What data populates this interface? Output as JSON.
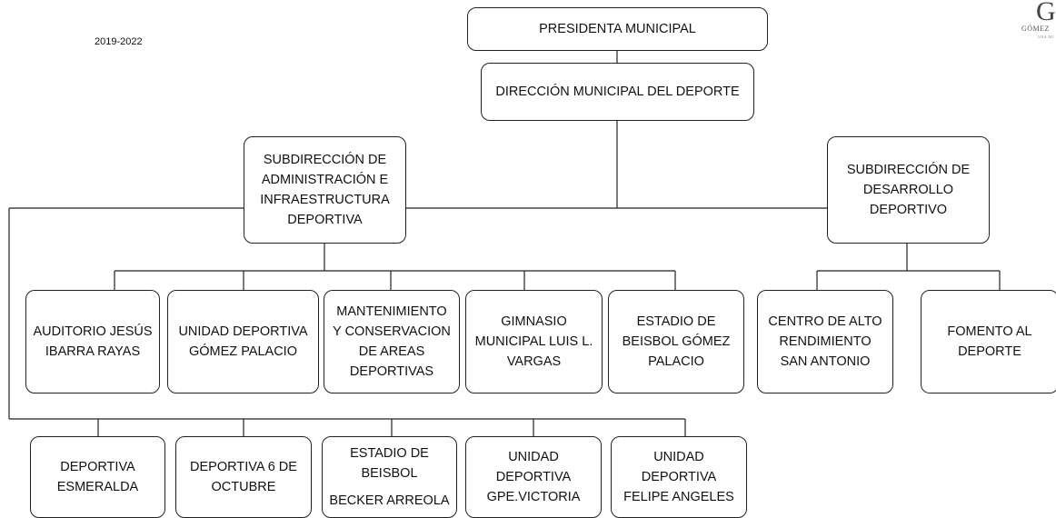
{
  "year": "2019-2022",
  "logo": {
    "mark": "G",
    "word": "GÓMEZ",
    "sub": "UNA NU"
  },
  "presidenta": "PRESIDENTA MUNICIPAL",
  "direccion": "DIRECCIÓN MUNICIPAL DEL DEPORTE",
  "sub_admin": "SUBDIRECCIÓN DE\nADMINISTRACIÓN E\nINFRAESTRUCTURA\nDEPORTIVA",
  "sub_desarrollo": "SUBDIRECCIÓN DE\nDESARROLLO\nDEPORTIVO",
  "admin_units": [
    "AUDITORIO JESÚS\nIBARRA RAYAS",
    "UNIDAD DEPORTIVA\nGÓMEZ PALACIO",
    "MANTENIMIENTO\nY CONSERVACION\nDE AREAS\nDEPORTIVAS",
    "GIMNASIO\nMUNICIPAL LUIS L.\nVARGAS",
    "ESTADIO DE\nBEISBOL GÓMEZ\nPALACIO"
  ],
  "desarrollo_units": [
    "CENTRO DE ALTO\nRENDIMIENTO\nSAN ANTONIO",
    "FOMENTO AL\nDEPORTE"
  ],
  "bottom_units": [
    "DEPORTIVA\nESMERALDA",
    "DEPORTIVA 6 DE\nOCTUBRE",
    "UNIDAD\nDEPORTIVA\nGPE.VICTORIA",
    "UNIDAD\nDEPORTIVA\nFELIPE ANGELES"
  ],
  "estadio_becker": {
    "line1": "ESTADIO DE",
    "line2": "BEISBOL",
    "line3": "BECKER ARREOLA"
  }
}
